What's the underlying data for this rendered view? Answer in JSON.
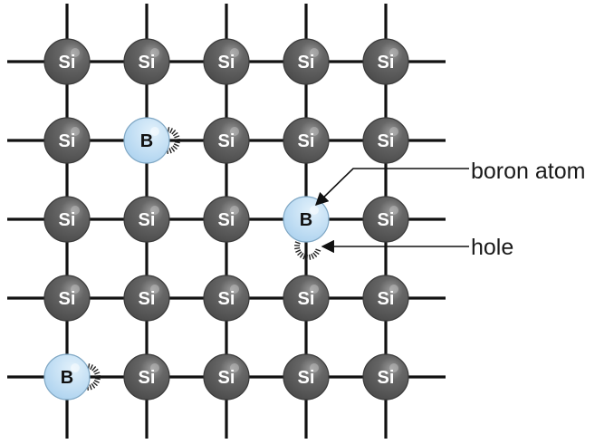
{
  "diagram": {
    "atoms": [
      [
        "Si",
        "Si",
        "Si",
        "Si",
        "Si"
      ],
      [
        "Si",
        "B",
        "Si",
        "Si",
        "Si"
      ],
      [
        "Si",
        "Si",
        "Si",
        "B",
        "Si"
      ],
      [
        "Si",
        "Si",
        "Si",
        "Si",
        "Si"
      ],
      [
        "B",
        "Si",
        "Si",
        "Si",
        "Si"
      ]
    ],
    "annotations": {
      "boron_label": "boron atom",
      "hole_label": "hole"
    },
    "colors": {
      "silicon_fill": "#5c5c5c",
      "boron_fill": "#bcdcf2",
      "bond": "#111111",
      "silicon_text": "#ffffff",
      "boron_text": "#111111"
    }
  }
}
